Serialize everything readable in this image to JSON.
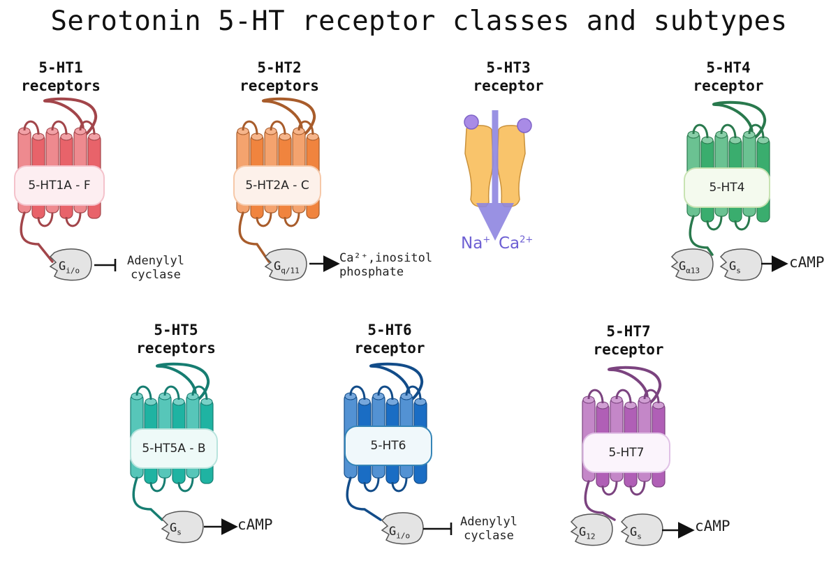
{
  "title": "Serotonin 5-HT receptor classes and subtypes",
  "receptors": [
    {
      "name_line1": "5-HT1",
      "name_line2": "receptors",
      "subtypes": "5-HT1A - F",
      "color": "#e8636a",
      "g_proteins": [
        {
          "base": "G",
          "sub": "i/o"
        }
      ],
      "effect": "inhibit",
      "target_line1": "Adenylyl",
      "target_line2": "cyclase"
    },
    {
      "name_line1": "5-HT2",
      "name_line2": "receptors",
      "subtypes": "5-HT2A - C",
      "color": "#f0843e",
      "g_proteins": [
        {
          "base": "G",
          "sub": "q/11"
        }
      ],
      "effect": "activate",
      "target_line1": "Ca²⁺,inositol",
      "target_line2": "phosphate"
    },
    {
      "name_line1": "5-HT3",
      "name_line2": "receptor",
      "ion_channel": true,
      "ions": [
        {
          "base": "Na",
          "sup": "+"
        },
        {
          "base": "Ca",
          "sup": "2+"
        }
      ],
      "color": "#f9c46b"
    },
    {
      "name_line1": "5-HT4",
      "name_line2": "receptor",
      "subtypes": "5-HT4",
      "color": "#3aad6e",
      "g_proteins": [
        {
          "base": "G",
          "sub": "α13"
        },
        {
          "base": "G",
          "sub": "s"
        }
      ],
      "effect": "activate",
      "target_line1": "cAMP"
    },
    {
      "name_line1": "5-HT5",
      "name_line2": "receptors",
      "subtypes": "5-HT5A - B",
      "color": "#1fb3a2",
      "g_proteins": [
        {
          "base": "G",
          "sub": "s"
        }
      ],
      "effect": "activate",
      "target_line1": "cAMP"
    },
    {
      "name_line1": "5-HT6",
      "name_line2": "receptor",
      "subtypes": "5-HT6",
      "color": "#1a6dc4",
      "g_proteins": [
        {
          "base": "G",
          "sub": "i/o"
        }
      ],
      "effect": "inhibit",
      "target_line1": "Adenylyl",
      "target_line2": "cyclase"
    },
    {
      "name_line1": "5-HT7",
      "name_line2": "receptor",
      "subtypes": "5-HT7",
      "color": "#b05fb6",
      "g_proteins": [
        {
          "base": "G",
          "sub": "12"
        },
        {
          "base": "G",
          "sub": "s"
        }
      ],
      "effect": "activate",
      "target_line1": "cAMP"
    }
  ]
}
